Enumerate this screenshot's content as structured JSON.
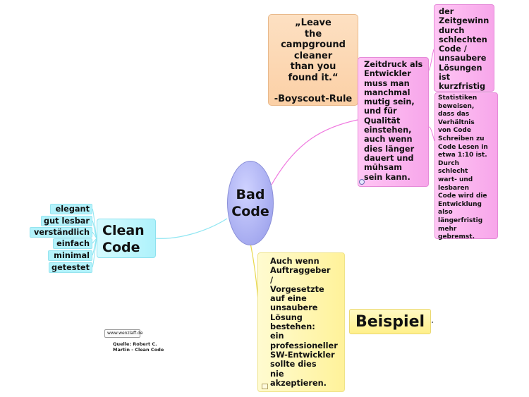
{
  "center": {
    "lines": [
      "Bad",
      "Code"
    ]
  },
  "quote": {
    "lines": [
      "„Leave",
      "the",
      "campground",
      "cleaner",
      "than you",
      "found it.“"
    ],
    "attribution": "-Boyscout-Rule"
  },
  "zeitdruck": {
    "lines": [
      "Zeitdruck als",
      "Entwickler",
      "muss man",
      "manchmal",
      "mutig sein,",
      "und für",
      "Qualität",
      "einstehen,",
      "auch wenn",
      "dies länger",
      "dauert und",
      "mühsam",
      "sein kann."
    ]
  },
  "zeitgewinn": {
    "lines": [
      "der",
      "Zeitgewinn",
      "durch",
      "schlechten",
      "Code /",
      "unsaubere",
      "Lösungen",
      "ist",
      "kurzfristig"
    ]
  },
  "statistik": {
    "lines": [
      "Statistiken",
      "beweisen,",
      "dass das",
      "Verhältnis",
      "von Code",
      "Schreiben zu",
      "Code Lesen in",
      "etwa 1:10 ist.",
      "Durch",
      "schlecht",
      "wart- und",
      "lesbaren",
      "Code wird die",
      "Entwicklung",
      "also",
      "längerfristig",
      "mehr",
      "gebremst."
    ]
  },
  "yellow": {
    "lines": [
      "Auch wenn",
      "Auftraggeber",
      "/",
      "Vorgesetzte",
      "auf eine",
      "unsaubere",
      "Lösung",
      "bestehen:",
      "ein",
      "professioneller",
      "SW-Entwickler",
      "sollte dies",
      "nie",
      "akzeptieren."
    ]
  },
  "beispiel": {
    "label": "Beispiel"
  },
  "cleancode": {
    "lines": [
      "Clean",
      "Code"
    ],
    "attributes": [
      "elegant",
      "gut lesbar",
      "verständlich",
      "einfach",
      "minimal",
      "getestet"
    ]
  },
  "logo": {
    "text": "www.wenzlaff.de"
  },
  "source": {
    "lines": [
      "Quelle: Robert C.",
      "Martin - Clean Code"
    ]
  },
  "colors": {
    "center": "#a6abf0",
    "quote": "#fbd0a6",
    "pink": "#f7a6ea",
    "yellow": "#fff29a",
    "cyan": "#b3f2fb",
    "link_pink": "#f07ae0",
    "link_yellow": "#e8d84a",
    "link_cyan": "#8fe6f2"
  }
}
